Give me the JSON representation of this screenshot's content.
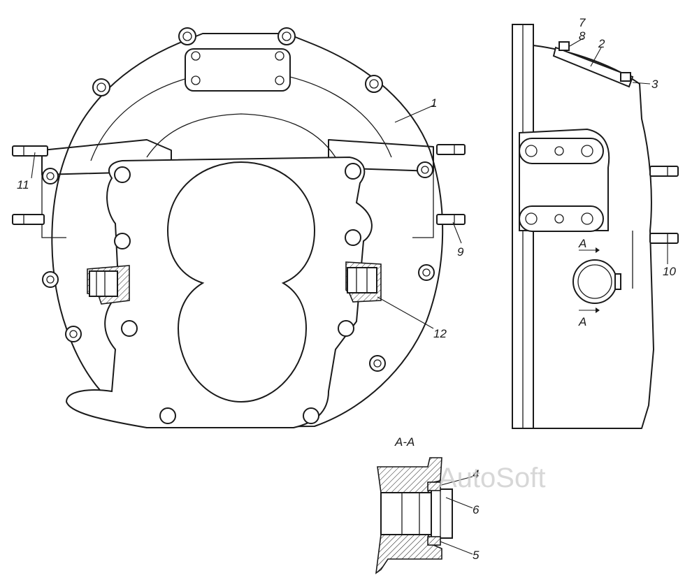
{
  "callouts": {
    "c1": "1",
    "c2": "2",
    "c3": "3",
    "c4": "4",
    "c5": "5",
    "c6": "6",
    "c7": "7",
    "c8": "8",
    "c9": "9",
    "c10": "10",
    "c11": "11",
    "c12": "12"
  },
  "section": {
    "title": "A-A",
    "marker_top": "A",
    "marker_bottom": "A"
  },
  "watermark": "AutoSoft",
  "colors": {
    "line": "#1a1a1a",
    "paper": "#ffffff",
    "watermark": "#c9c9c9"
  }
}
